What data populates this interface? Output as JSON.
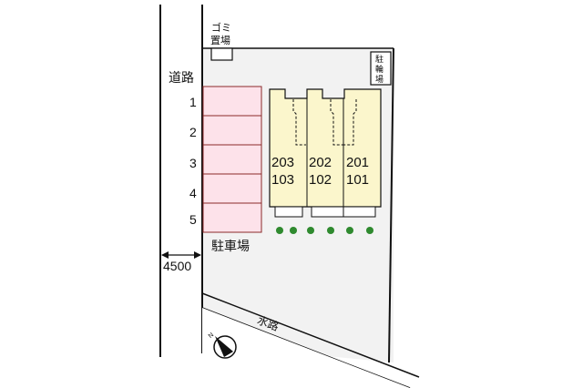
{
  "site_plan": {
    "road_label": "道路",
    "road_width": "4500",
    "garbage_label_line1": "ゴミ",
    "garbage_label_line2": "置場",
    "bicycle_parking_chars": [
      "駐",
      "輪",
      "場"
    ],
    "parking_label": "駐車場",
    "parking_spaces": [
      "1",
      "2",
      "3",
      "4",
      "5"
    ],
    "waterway_label": "水路",
    "units": [
      {
        "upper": "203",
        "lower": "103"
      },
      {
        "upper": "202",
        "lower": "102"
      },
      {
        "upper": "201",
        "lower": "101"
      }
    ],
    "trees_count": "6",
    "colors": {
      "lot_fill": "#f2f2f2",
      "parking_fill": "#fde2ea",
      "parking_stroke": "#8a2a2a",
      "building_fill": "#fbf6cc",
      "tree_fill": "#2f8a2f"
    },
    "north_arrow_label": "N"
  }
}
